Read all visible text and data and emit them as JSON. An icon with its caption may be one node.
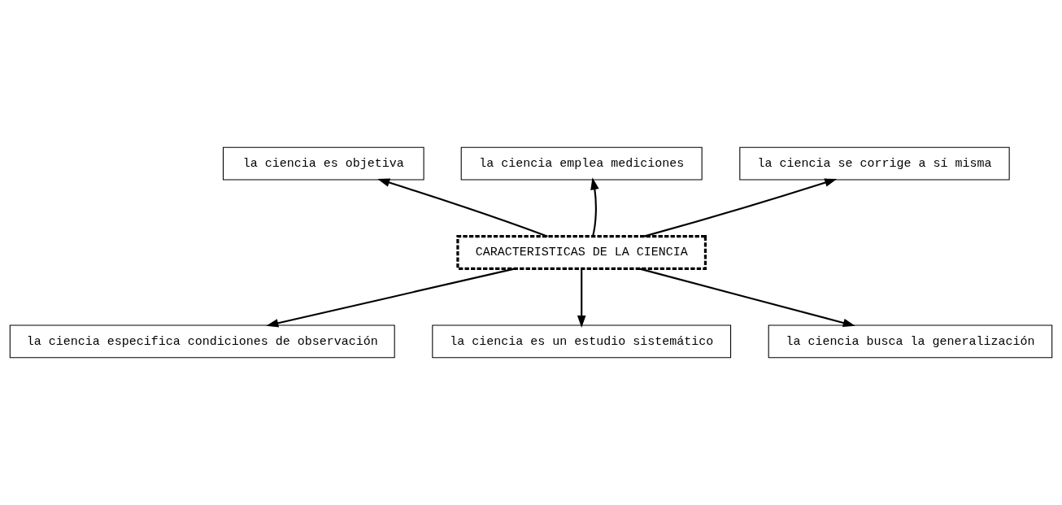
{
  "diagram": {
    "nodes": [
      {
        "text": [
          "la ciencia es objetiva"
        ]
      },
      {
        "text": [
          "la ciencia emplea mediciones"
        ]
      },
      {
        "text": [
          "la ciencia se corrige a sí misma"
        ]
      },
      {
        "text": [
          "CARACTERISTICAS DE LA CIENCIA"
        ]
      },
      {
        "text": [
          "la ciencia especifica condiciones de observación"
        ]
      },
      {
        "text": [
          "la ciencia es un estudio sistemático"
        ]
      },
      {
        "text": [
          "la ciencia busca la generalización"
        ]
      }
    ],
    "edges": [
      {
        "from": 3,
        "to": 0,
        "arrow": "to"
      },
      {
        "from": 3,
        "to": 1,
        "arrow": "to"
      },
      {
        "from": 3,
        "to": 2,
        "arrow": "to"
      },
      {
        "from": 3,
        "to": 4,
        "arrow": "to"
      },
      {
        "from": 3,
        "to": 5,
        "arrow": "to"
      },
      {
        "from": 3,
        "to": 6,
        "arrow": "to"
      }
    ]
  }
}
